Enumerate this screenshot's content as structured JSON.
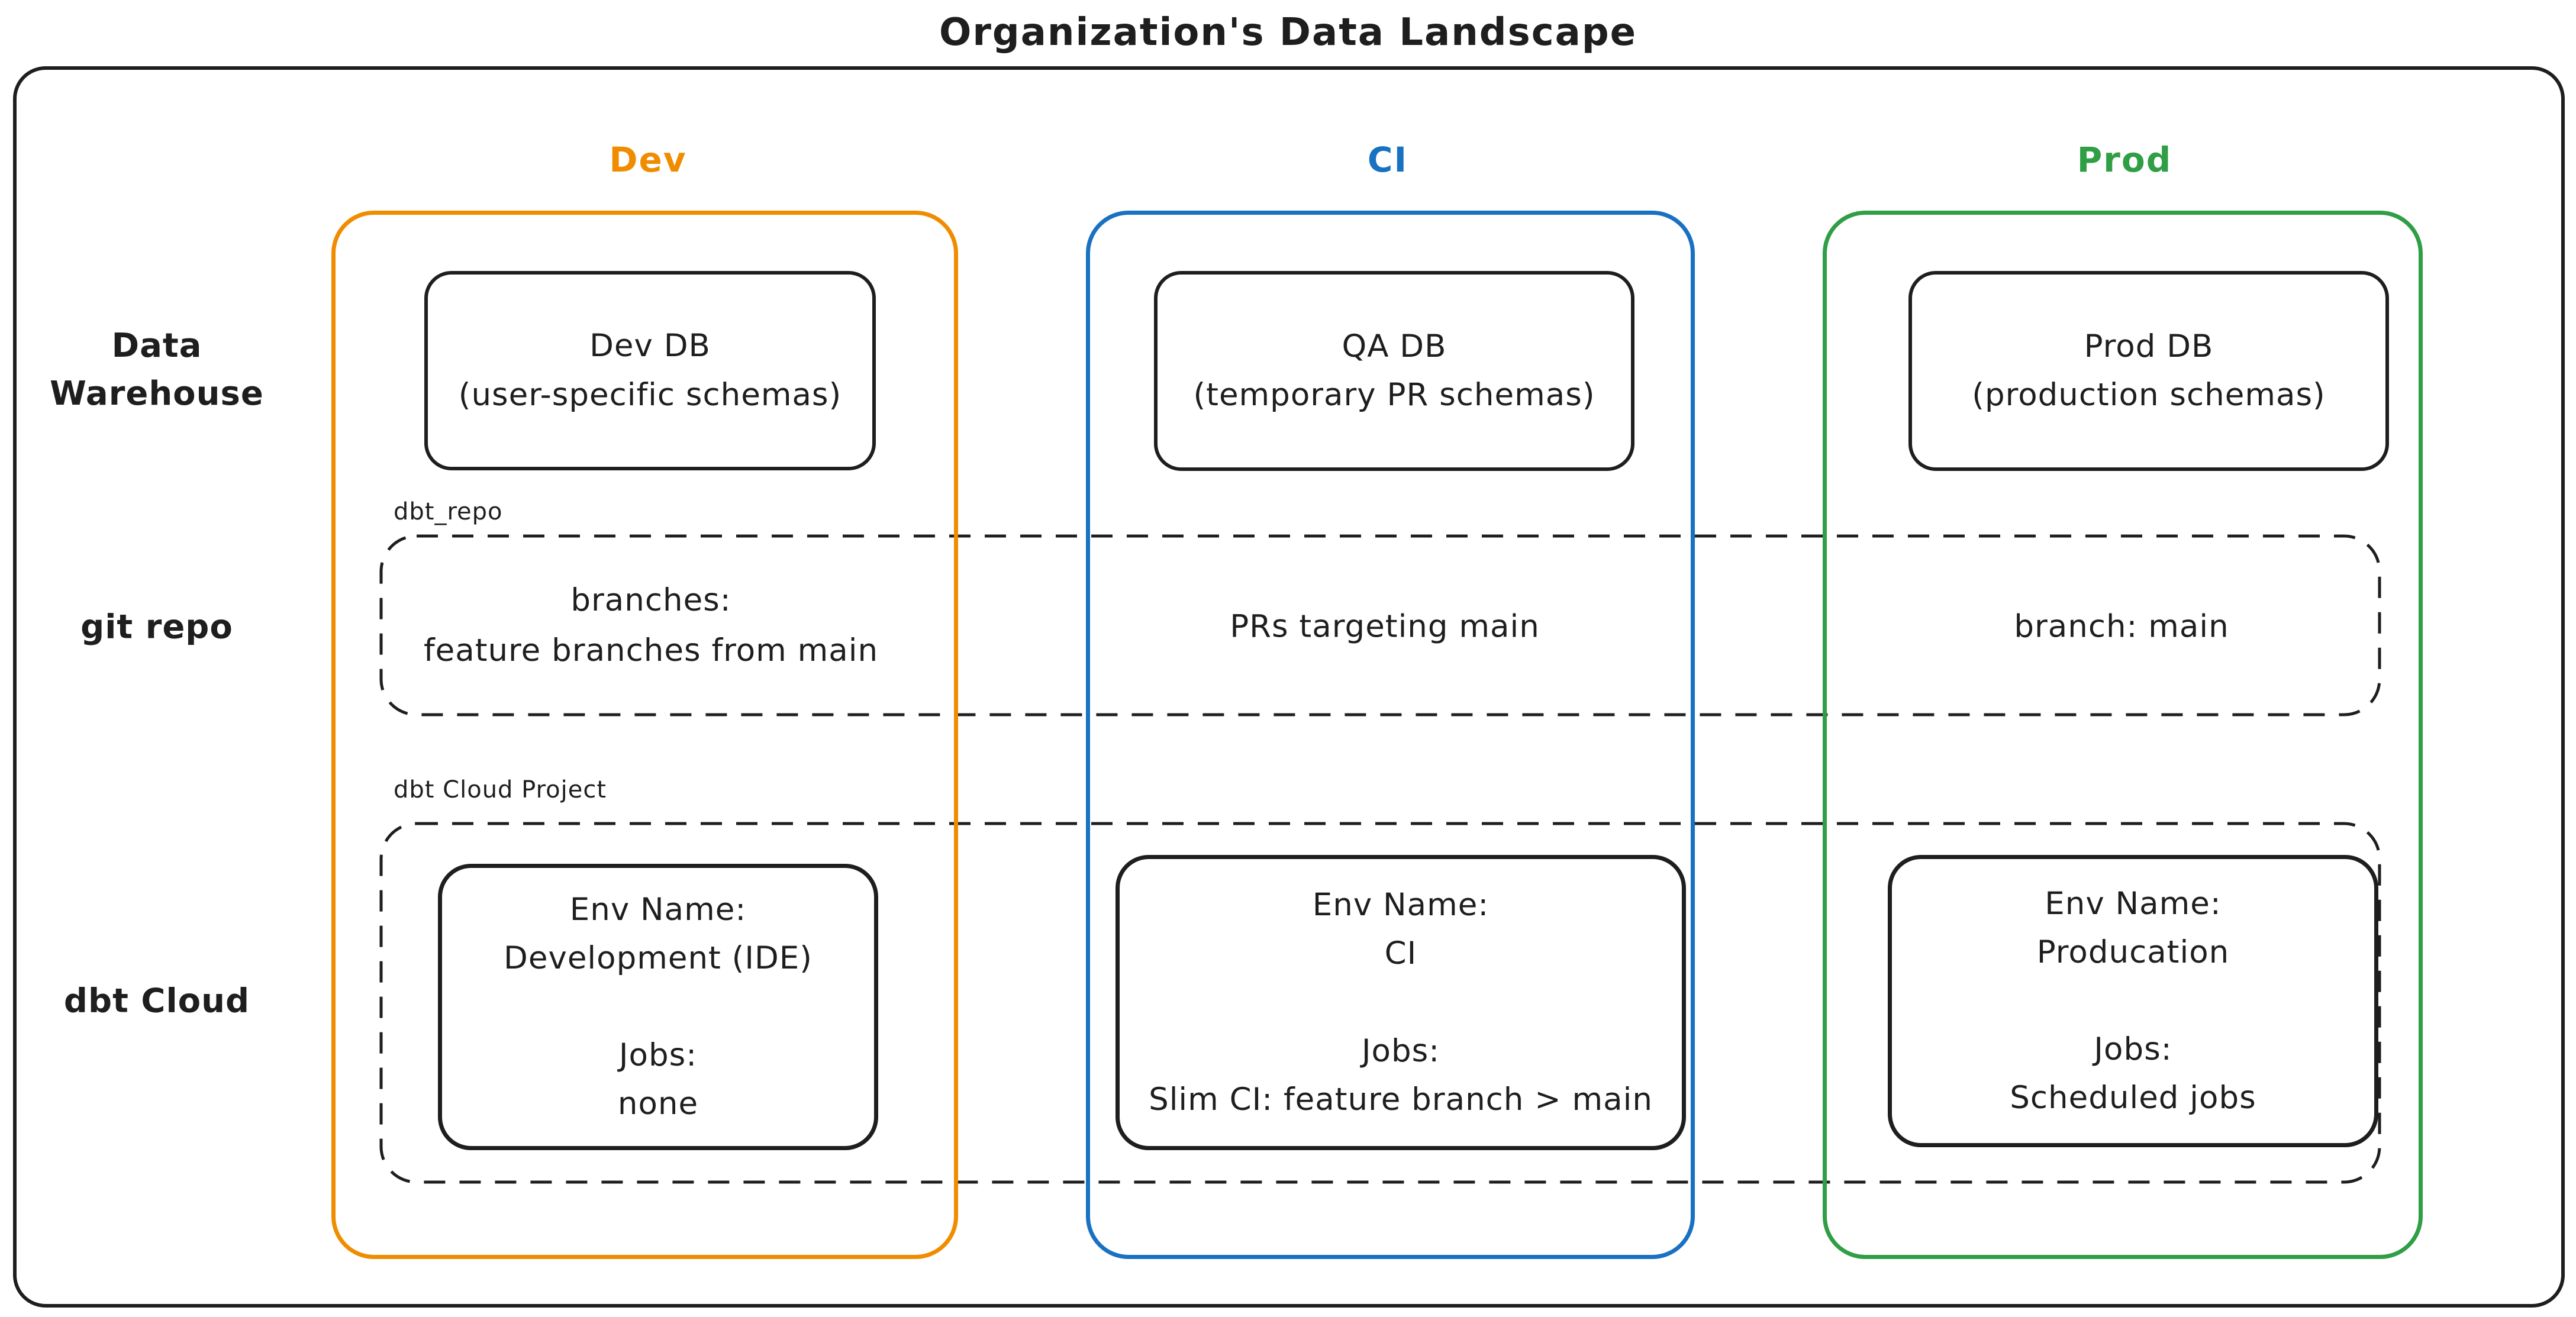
{
  "title": "Organization's Data Landscape",
  "colors": {
    "dev_accent": "#f08c00",
    "ci_accent": "#1971c2",
    "prod_accent": "#2f9e44",
    "ink": "#1e1e1e"
  },
  "columns": {
    "dev": {
      "label": "Dev"
    },
    "ci": {
      "label": "CI"
    },
    "prod": {
      "label": "Prod"
    }
  },
  "row_labels": {
    "warehouse": "Data\nWarehouse",
    "git": "git repo",
    "dbt": "dbt Cloud"
  },
  "warehouse": {
    "dev": "Dev DB\n(user-specific schemas)",
    "ci": "QA DB\n(temporary PR schemas)",
    "prod": "Prod DB\n(production schemas)"
  },
  "git_band": {
    "tag": "dbt_repo",
    "dev": "branches:\nfeature branches from main",
    "ci": "PRs targeting main",
    "prod": "branch: main"
  },
  "dbt_band": {
    "tag": "dbt Cloud Project",
    "dev": "Env Name:\nDevelopment (IDE)\n\nJobs:\nnone",
    "ci": "Env Name:\nCI\n\nJobs:\nSlim CI: feature branch > main",
    "prod": "Env Name:\nProducation\n\nJobs:\nScheduled jobs"
  }
}
